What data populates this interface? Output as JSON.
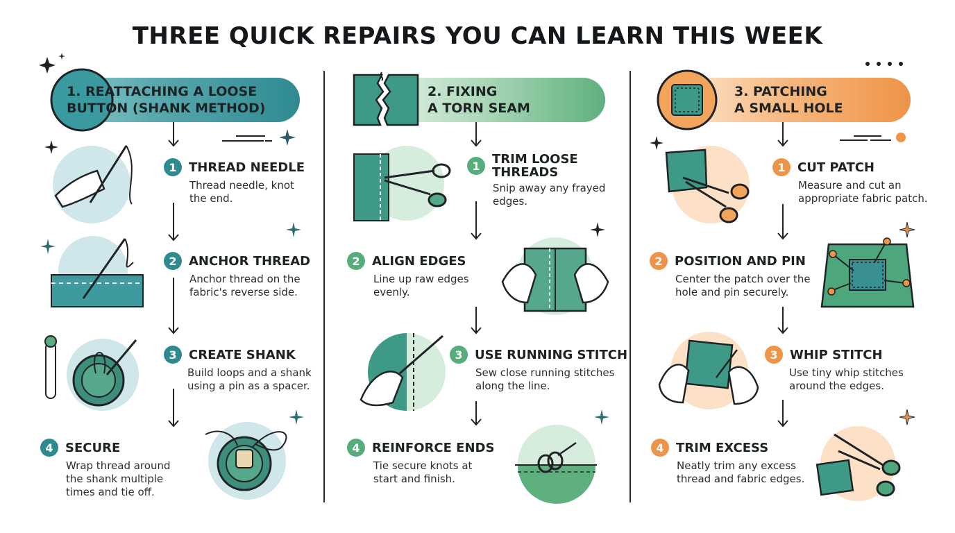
{
  "title": "THREE QUICK REPAIRS YOU CAN LEARN THIS WEEK",
  "colors": {
    "teal": "#2e8a8f",
    "green": "#55ad7c",
    "orange": "#ee9448",
    "ink": "#1f2326"
  },
  "sections": [
    {
      "heading": "1. REATTACHING A LOOSE\nBUTTON (SHANK METHOD)",
      "icon": "button-icon",
      "steps": [
        {
          "num": "1",
          "title": "THREAD NEEDLE",
          "desc": "Thread needle, knot\nthe end.",
          "icon": "hand-threading-needle-icon"
        },
        {
          "num": "2",
          "title": "ANCHOR THREAD",
          "desc": "Anchor thread on the\nfabric's reverse side.",
          "icon": "needle-anchor-fabric-icon"
        },
        {
          "num": "3",
          "title": "CREATE SHANK",
          "desc": "Build loops and a shank\nusing a pin as a spacer.",
          "icon": "button-shank-pin-icon"
        },
        {
          "num": "4",
          "title": "SECURE",
          "desc": "Wrap thread around\nthe shank multiple\ntimes and tie off.",
          "icon": "button-wrap-thread-icon"
        }
      ]
    },
    {
      "heading": "2. FIXING\nA TORN SEAM",
      "icon": "torn-fabric-icon",
      "steps": [
        {
          "num": "1",
          "title": "TRIM LOOSE\nTHREADS",
          "desc": "Snip away any frayed\nedges.",
          "icon": "scissors-trim-icon"
        },
        {
          "num": "2",
          "title": "ALIGN EDGES",
          "desc": "Line up raw edges\nevenly.",
          "icon": "hands-align-fabric-icon"
        },
        {
          "num": "3",
          "title": "USE RUNNING STITCH",
          "desc": "Sew close running stitches\nalong the line.",
          "icon": "hand-running-stitch-icon"
        },
        {
          "num": "4",
          "title": "REINFORCE ENDS",
          "desc": "Tie secure knots at\nstart and finish.",
          "icon": "knot-icon"
        }
      ]
    },
    {
      "heading": "3. PATCHING\nA SMALL HOLE",
      "icon": "patch-icon",
      "steps": [
        {
          "num": "1",
          "title": "CUT PATCH",
          "desc": "Measure and cut an\nappropriate fabric patch.",
          "icon": "scissors-cut-patch-icon"
        },
        {
          "num": "2",
          "title": "POSITION AND PIN",
          "desc": "Center the patch over the\nhole and pin securely.",
          "icon": "pinned-patch-icon"
        },
        {
          "num": "3",
          "title": "WHIP STITCH",
          "desc": "Use tiny whip stitches\naround the edges.",
          "icon": "hands-whip-stitch-icon"
        },
        {
          "num": "4",
          "title": "TRIM EXCESS",
          "desc": "Neatly trim any excess\nthread and fabric edges.",
          "icon": "scissors-trim-excess-icon"
        }
      ]
    }
  ]
}
